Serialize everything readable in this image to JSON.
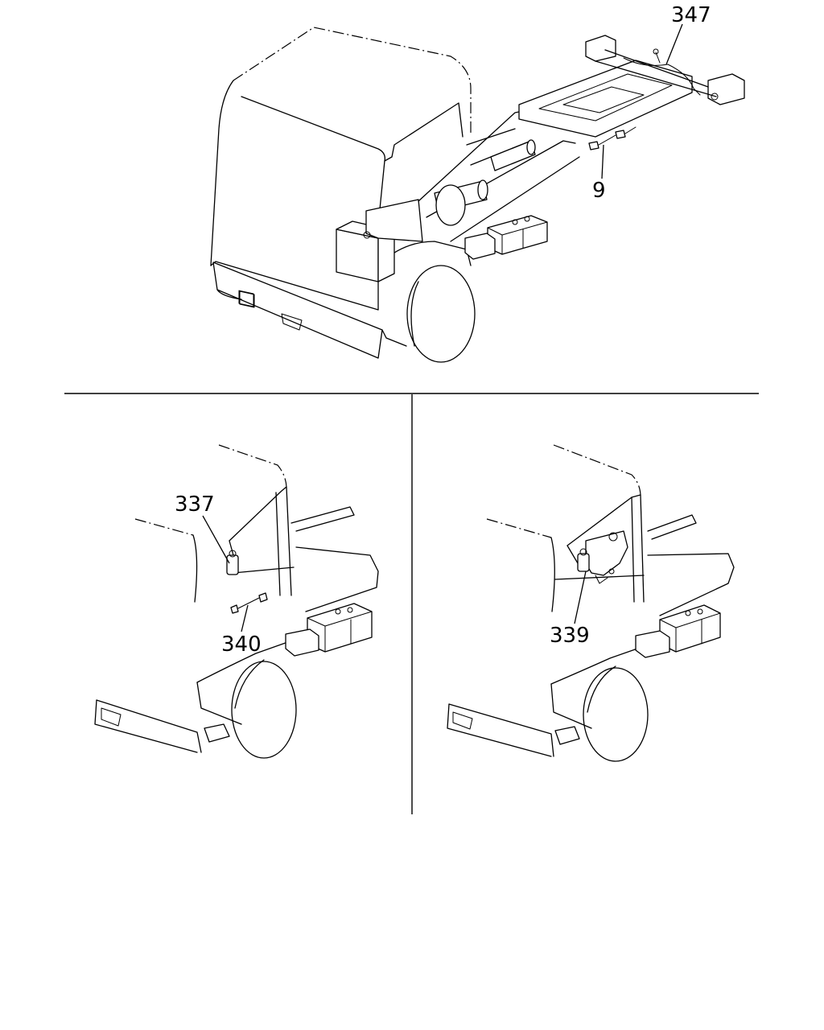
{
  "callouts": {
    "c347": "347",
    "c9": "9",
    "c337": "337",
    "c340": "340",
    "c339": "339"
  }
}
